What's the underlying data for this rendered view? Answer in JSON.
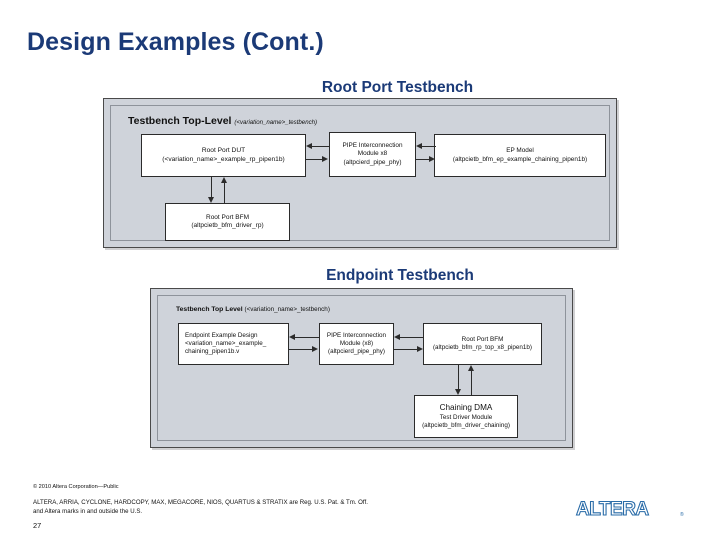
{
  "slide": {
    "title": "Design Examples (Cont.)",
    "number": "27"
  },
  "sections": [
    {
      "heading": "Root Port Testbench"
    },
    {
      "heading": "Endpoint Testbench"
    }
  ],
  "figure_root_port": {
    "caption_strong": "Testbench Top-Level",
    "caption_sub": "(<variation_name>_testbench)",
    "blocks": {
      "root_port_dut": {
        "title": "Root Port DUT",
        "sub": "(<variation_name>_example_rp_pipen1b)"
      },
      "pipe_interconnection": {
        "line1": "PIPE Interconnection",
        "line2": "Module x8",
        "line3": "(altpcierd_pipe_phy)"
      },
      "ep_model": {
        "title": "EP Model",
        "sub": "(altpcietb_bfm_ep_example_chaining_pipen1b)"
      },
      "root_port_bfm": {
        "title": "Root Port BFM",
        "sub": "(altpcietb_bfm_driver_rp)"
      }
    }
  },
  "figure_endpoint": {
    "caption_strong": "Testbench Top Level",
    "caption_sub": "(<variation_name>_testbench)",
    "blocks": {
      "endpoint_example_design": {
        "line1": "Endpoint Example Design",
        "line2": "<variation_name>_example_",
        "line3": "chaining_pipen1b.v"
      },
      "pipe_interconnection": {
        "line1": "PIPE Interconnection",
        "line2": "Module (x8)",
        "line3": "(altpcierd_pipe_phy)"
      },
      "root_port_bfm": {
        "title": "Root Port BFM",
        "sub": "(altpcietb_bfm_rp_top_x8_pipen1b)"
      },
      "chaining_dma": {
        "title": "Chaining DMA",
        "line2": "Test Driver Module",
        "line3": "(altpcietb_bfm_driver_chaining)"
      }
    }
  },
  "footer": {
    "copyright": "© 2010 Altera Corporation—Public",
    "trademark_line1": "ALTERA, ARRIA, CYCLONE, HARDCOPY, MAX, MEGACORE, NIOS, QUARTUS & STRATIX are Reg. U.S. Pat. & Tm. Off.",
    "trademark_line2": "and Altera marks in and outside the U.S.",
    "logo_text": "ALTERA",
    "logo_registered": "®"
  },
  "colors": {
    "title_blue": "#1b3a77",
    "figure_bg": "#cfd3da",
    "block_bg": "#ffffff",
    "logo_blue": "#2a6ca8"
  }
}
